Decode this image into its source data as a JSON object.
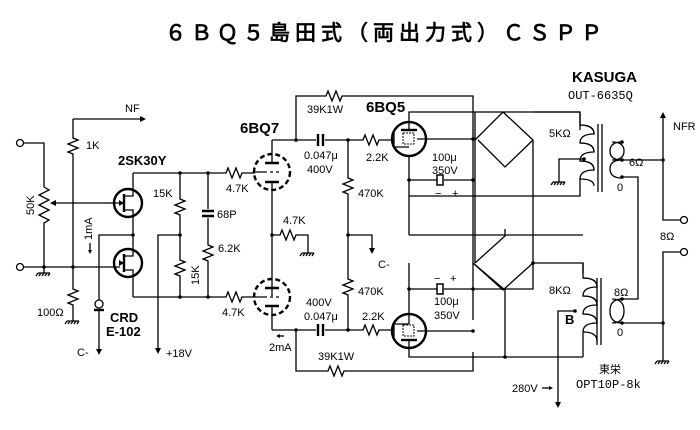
{
  "title": "６ＢＱ５島田式（両出力式）ＣＳＰＰ",
  "labels": {
    "nf": "NF",
    "r_1k": "1K",
    "pot_50k": "50K",
    "fet": "2SK30Y",
    "r_15k_top": "15K",
    "r_15k_bot": "15K",
    "c_68p": "68P",
    "r_6_2k": "6.2K",
    "r_4_7k_grid_top": "4.7K",
    "r_4_7k_grid_bot": "4.7K",
    "r_4_7k_mid": "4.7K",
    "current_1ma": "1mA",
    "r_100": "100Ω",
    "crd": "CRD",
    "crd_part": "E-102",
    "c_minus_left": "C-",
    "plus18v": "+18V",
    "tube_6bq7": "6BQ7",
    "tube_6bq5": "6BQ5",
    "r_39k_top": "39K1W",
    "r_39k_bot": "39K1W",
    "c_top_val": "0.047μ",
    "c_top_volt": "400V",
    "c_bot_val": "0.047μ",
    "c_bot_volt": "400V",
    "r_2_2k_top": "2.2K",
    "r_2_2k_bot": "2.2K",
    "r_470k_top": "470K",
    "r_470k_bot": "470K",
    "c_minus_mid": "C-",
    "current_2ma": "2mA",
    "ecap_top_val": "100μ",
    "ecap_top_volt": "350V",
    "ecap_bot_val": "100μ",
    "ecap_bot_volt": "350V",
    "minus": "−",
    "plus": "+",
    "kasuga": "KASUGA",
    "kasuga_model": "OUT-6635Q",
    "ohm_5k": "5KΩ",
    "ohm_6": "6Ω",
    "zero_top": "0",
    "nfr": "NFR",
    "ohm_8_out": "8Ω",
    "ohm_8k": "8KΩ",
    "ohm_8": "8Ω",
    "zero_bot": "0",
    "b_tap": "B",
    "touei": "東栄",
    "touei_model": "OPT10P-8k",
    "v280": "280V"
  }
}
